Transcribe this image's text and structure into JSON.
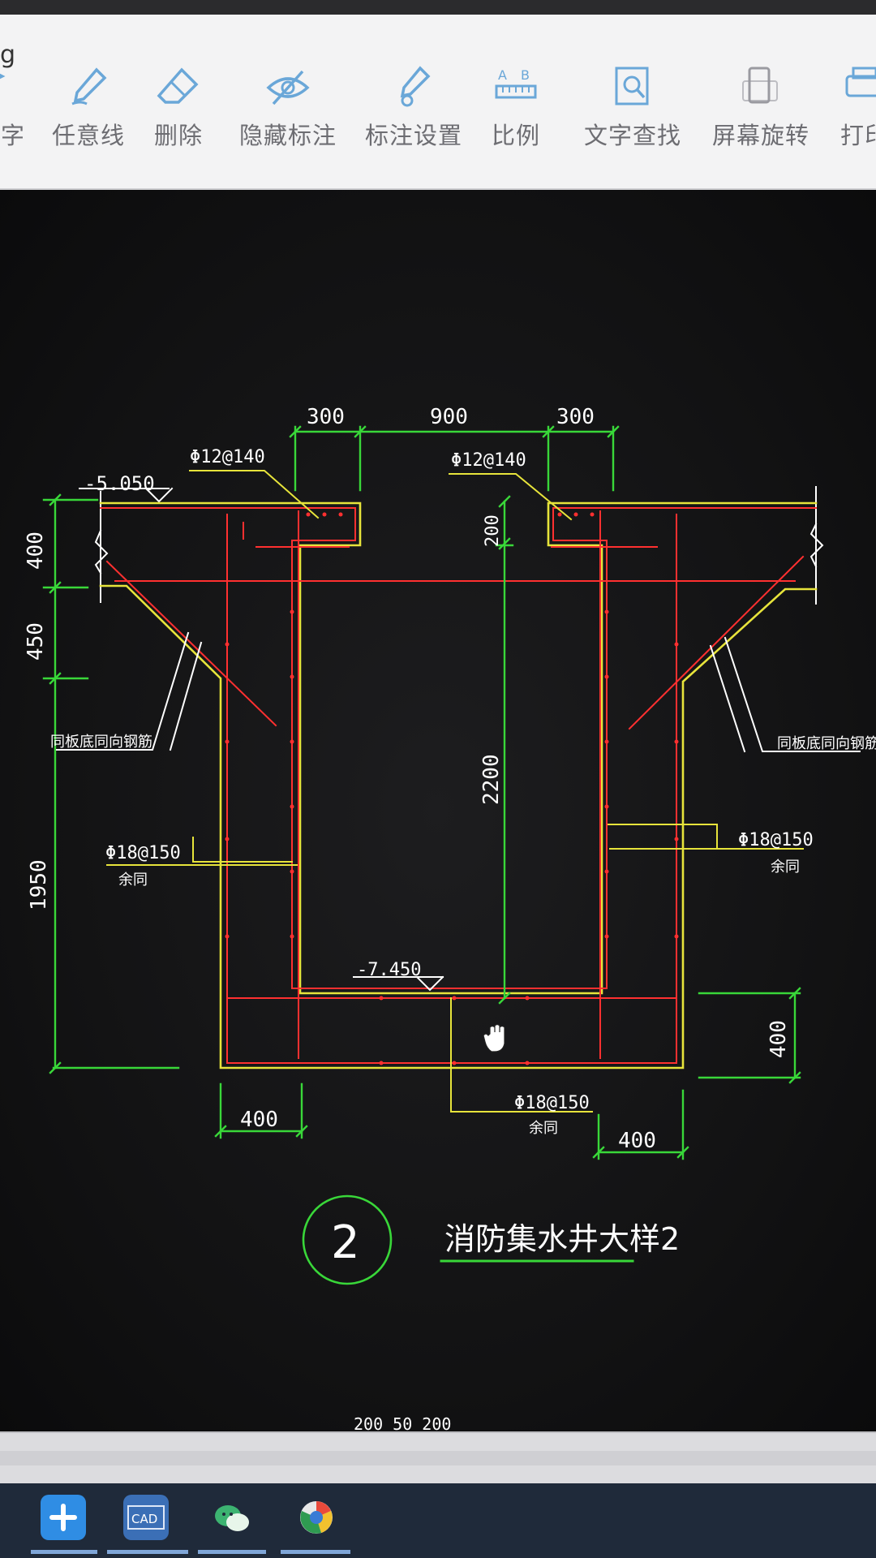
{
  "window": {
    "title_fragment": "g"
  },
  "toolbar": {
    "items": [
      {
        "label": "字",
        "icon": "text-icon"
      },
      {
        "label": "任意线",
        "icon": "pen-icon"
      },
      {
        "label": "删除",
        "icon": "eraser-icon"
      },
      {
        "label": "隐藏标注",
        "icon": "eye-off-icon"
      },
      {
        "label": "标注设置",
        "icon": "annotation-settings-icon"
      },
      {
        "label": "比例",
        "icon": "scale-icon"
      },
      {
        "label": "文字查找",
        "icon": "text-search-icon"
      },
      {
        "label": "屏幕旋转",
        "icon": "rotate-screen-icon"
      },
      {
        "label": "打印",
        "icon": "print-icon"
      }
    ]
  },
  "drawing": {
    "dims": {
      "top_left": "300",
      "top_mid": "900",
      "top_right": "300",
      "left_400": "400",
      "left_450": "450",
      "left_1950": "1950",
      "inner_200": "200",
      "inner_2200": "2200",
      "right_400": "400",
      "bottom_left": "400",
      "bottom_right": "400",
      "bottom_partial": "200   50   200"
    },
    "elevations": {
      "top": "-5.050",
      "bottom": "-7.450"
    },
    "rebar": {
      "top_left": "Φ12@140",
      "top_right": "Φ12@140",
      "side_left": "Φ18@150",
      "side_right": "Φ18@150",
      "bottom": "Φ18@150",
      "note": "余同"
    },
    "notes": {
      "left": "同板底同向钢筋",
      "right": "同板底同向钢筋"
    },
    "detail": {
      "number": "2",
      "title": "消防集水井大样2"
    }
  },
  "taskbar": {
    "apps": [
      {
        "name": "app-launcher-icon",
        "color": "#2f8de4"
      },
      {
        "name": "cad-viewer-icon",
        "label": "CAD",
        "color": "#3b6fb6"
      },
      {
        "name": "wechat-icon",
        "color": "#3cb371"
      },
      {
        "name": "browser-icon",
        "color": "#e0e0e0"
      }
    ]
  }
}
